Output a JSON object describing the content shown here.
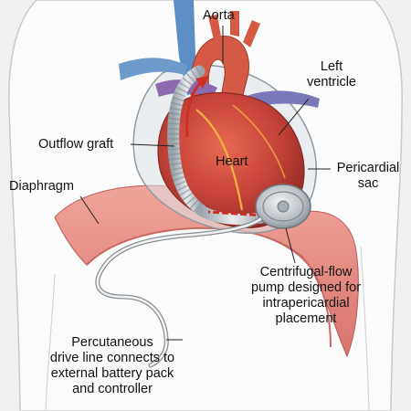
{
  "labels": {
    "aorta": "Aorta",
    "left_ventricle": [
      "Left",
      "ventricle"
    ],
    "outflow_graft": "Outflow graft",
    "heart": "Heart",
    "pericardial_sac": [
      "Pericardial",
      "sac"
    ],
    "diaphragm": "Diaphragm",
    "pump": [
      "Centrifugal-flow",
      "pump designed for",
      "intrapericardial",
      "placement"
    ],
    "drive_line": [
      "Percutaneous",
      "drive line connects to",
      "external battery pack",
      "and controller"
    ]
  },
  "colors": {
    "background": "#f1f1f1",
    "body_skin": "#fbfbfb",
    "diaphragm": "#e8938c",
    "heart": "#c8443a",
    "aorta": "#d55a45",
    "veins": "#5b8fc5",
    "pericardial_sac": "#cfd6dc",
    "outflow_graft": "#bfc7cd",
    "pump": "#c3c8cc",
    "drive_line": "#ececec",
    "text": "#111111"
  }
}
